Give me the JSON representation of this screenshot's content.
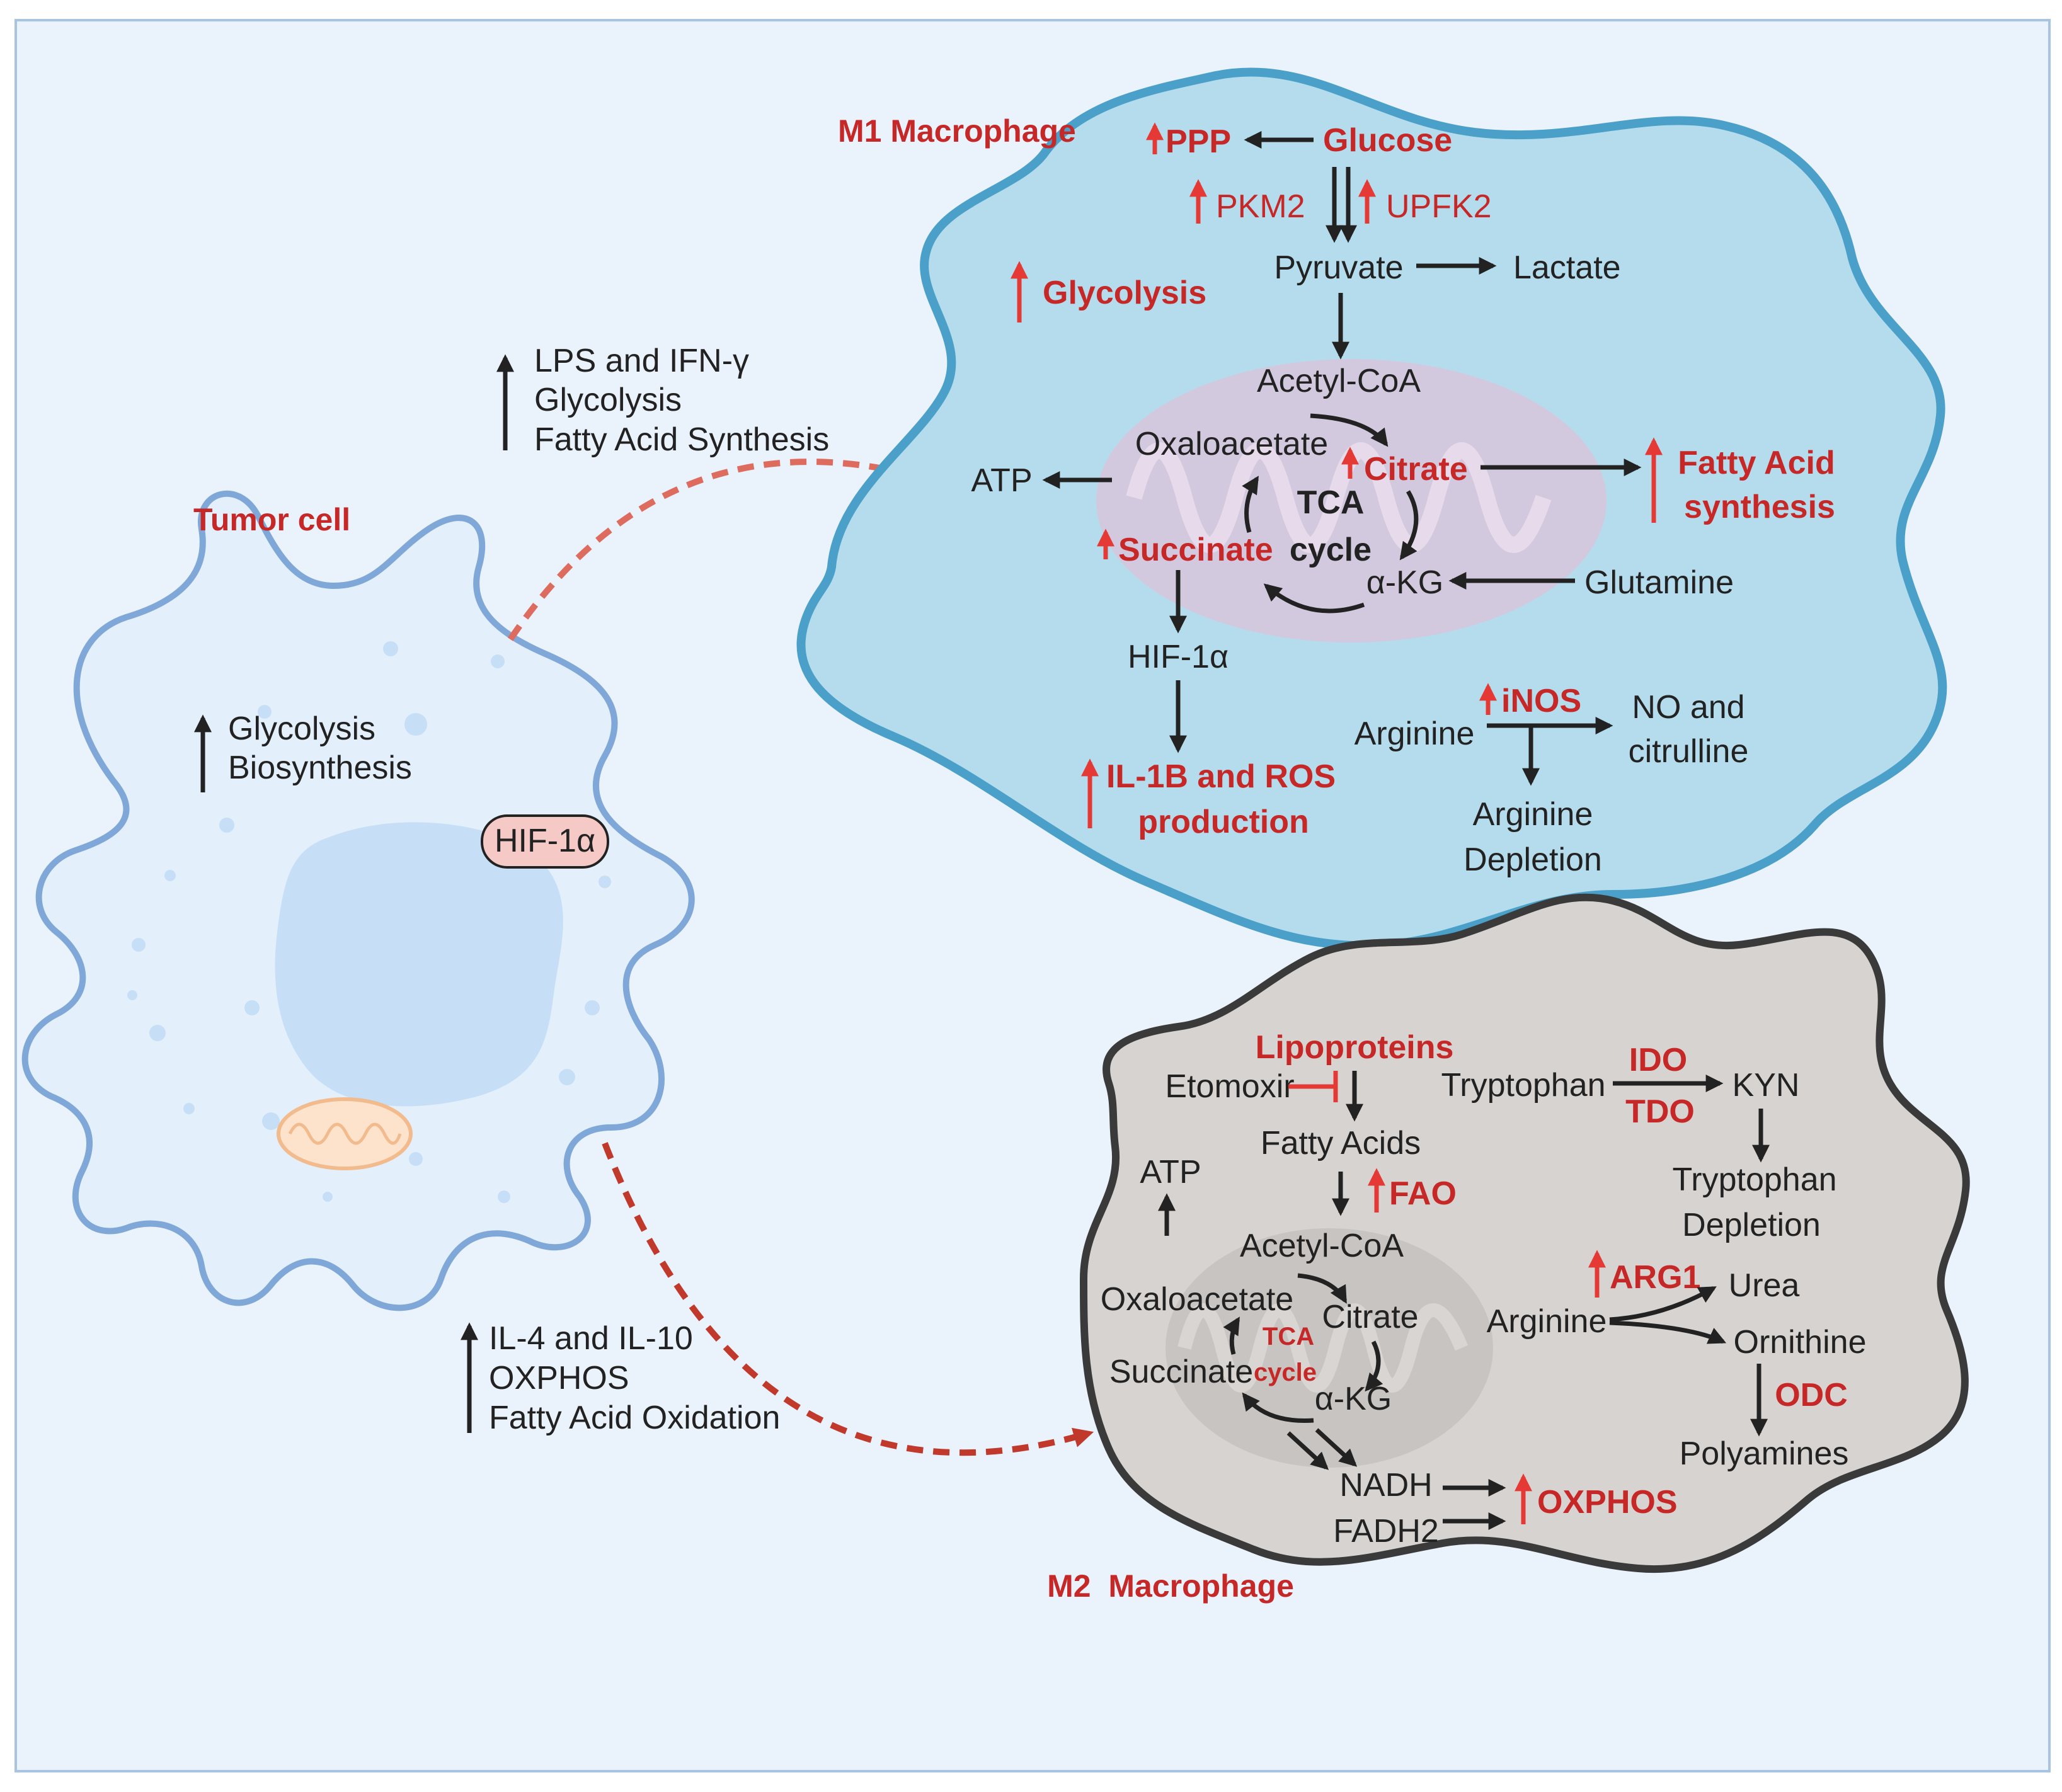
{
  "colors": {
    "background": "#eaf2fc",
    "frame": "#a9c4e0",
    "m1_fill": "#b5dcec",
    "m1_stroke": "#4aa0c8",
    "m2_fill": "#d7d3d0",
    "m2_stroke": "#3a3a3a",
    "tumor_fill": "#e3f0fb",
    "tumor_stroke": "#7fa8d8",
    "red": "#c62828",
    "black": "#222222"
  },
  "tumor": {
    "title": "Tumor cell",
    "line1": "Glycolysis",
    "line2": "Biosynthesis",
    "badge": "HIF-1α"
  },
  "arrow_m1": {
    "line1": "LPS and IFN-γ",
    "line2": "Glycolysis",
    "line3": "Fatty Acid Synthesis"
  },
  "arrow_m2": {
    "line1": "IL-4 and IL-10",
    "line2": "OXPHOS",
    "line3": "Fatty Acid Oxidation"
  },
  "m1": {
    "title": "M1 Macrophage",
    "ppp": "PPP",
    "glucose": "Glucose",
    "pkm2": "PKM2",
    "upfk2": "UPFK2",
    "pyruvate": "Pyruvate",
    "lactate": "Lactate",
    "glycolysis": "Glycolysis",
    "acetyl_coa": "Acetyl-CoA",
    "oxaloacetate": "Oxaloacetate",
    "citrate": "Citrate",
    "atp": "ATP",
    "tca1": "TCA",
    "tca2": "cycle",
    "succinate": "Succinate",
    "akg": "α-KG",
    "glutamine": "Glutamine",
    "fas1": "Fatty Acid",
    "fas2": "synthesis",
    "hif": "HIF-1α",
    "inos": "iNOS",
    "arginine": "Arginine",
    "no1": "NO and",
    "no2": "citrulline",
    "argdep1": "Arginine",
    "argdep2": "Depletion",
    "il1": "IL-1B and ROS",
    "il2": "production"
  },
  "m2": {
    "title": "M2  Macrophage",
    "lipoproteins": "Lipoproteins",
    "etomoxir": "Etomoxir",
    "fatty_acids": "Fatty Acids",
    "fao": "FAO",
    "atp": "ATP",
    "acetyl_coa": "Acetyl-CoA",
    "oxaloacetate": "Oxaloacetate",
    "citrate": "Citrate",
    "tca1": "TCA",
    "tca2": "cycle",
    "succinate": "Succinate",
    "akg": "α-KG",
    "nadh": "NADH",
    "fadh2": "FADH2",
    "oxphos": "OXPHOS",
    "tryptophan": "Tryptophan",
    "ido": "IDO",
    "tdo": "TDO",
    "kyn": "KYN",
    "trpdep1": "Tryptophan",
    "trpdep2": "Depletion",
    "arg1": "ARG1",
    "arginine": "Arginine",
    "urea": "Urea",
    "ornithine": "Ornithine",
    "odc": "ODC",
    "polyamines": "Polyamines"
  }
}
